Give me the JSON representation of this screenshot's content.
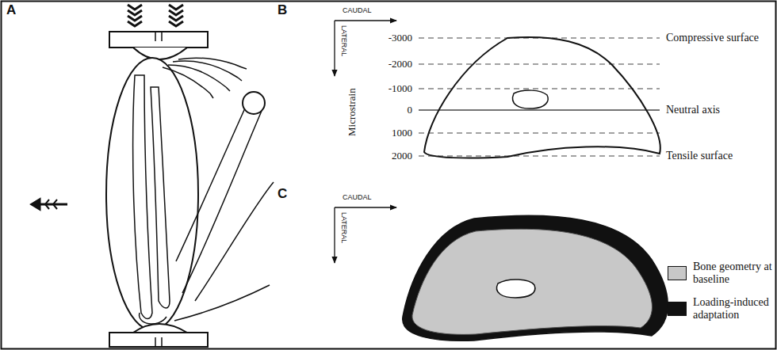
{
  "diagram": {
    "labels": [
      "A",
      "B",
      "CAUDAL",
      "LATERAL",
      "Microstrain",
      "-3000",
      "-2000",
      "-1000",
      "0",
      "1000",
      "2000",
      "Compressive surface",
      "Neutral axis",
      "Tensile surface",
      "C",
      "CAUDAL",
      "LATERAL"
    ],
    "legend": [
      {
        "text": "Bone geometry at baseline",
        "color": "#c8c8c8"
      },
      {
        "text": "Loading-induced adaptation",
        "color": "#111111"
      }
    ]
  }
}
